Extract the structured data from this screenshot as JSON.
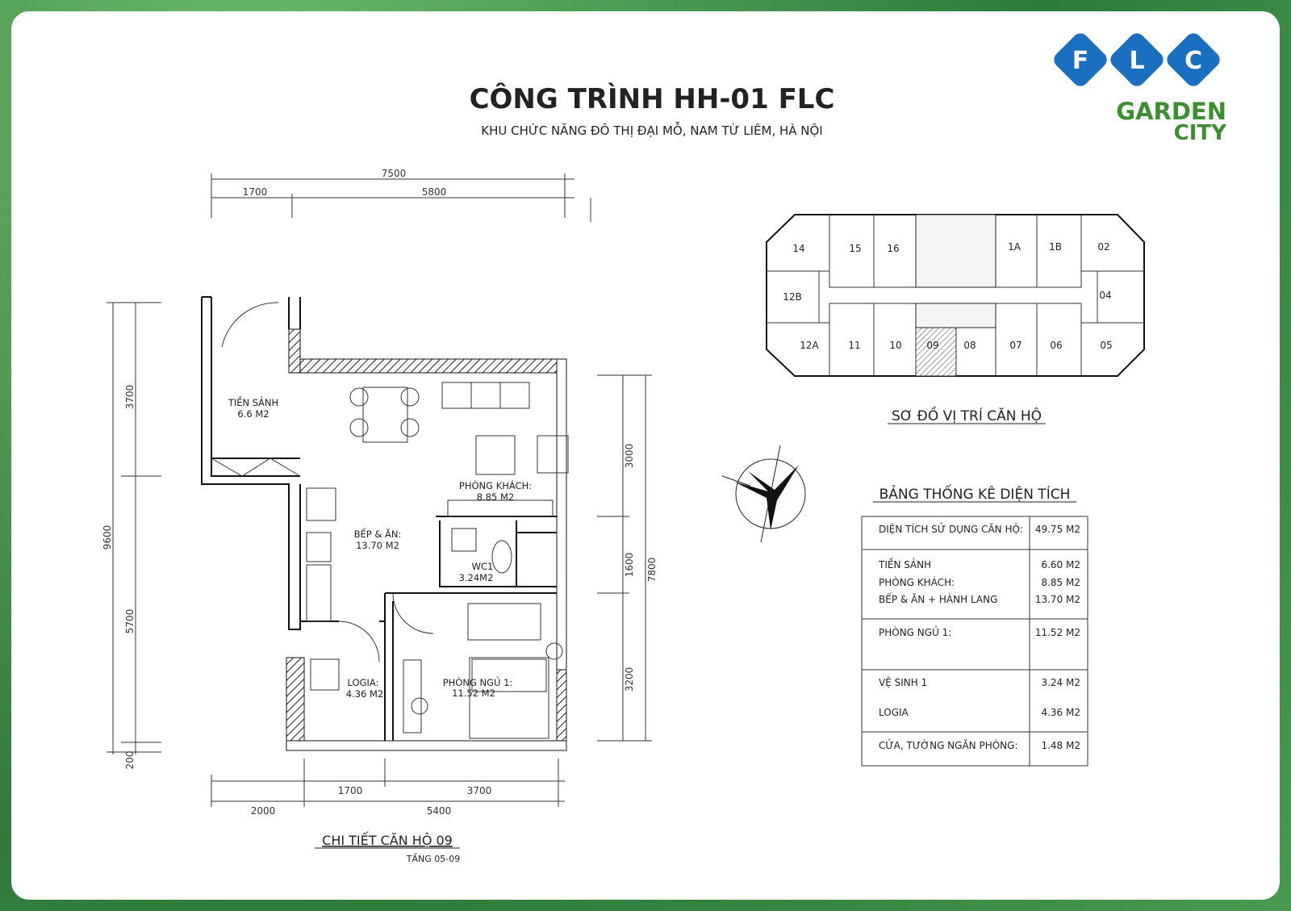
{
  "header": {
    "title": "CÔNG TRÌNH HH-01 FLC",
    "subtitle": "KHU CHỨC NĂNG ĐÔ THỊ ĐẠI MỖ, NAM TỪ LIÊM, HÀ NỘI"
  },
  "logo": {
    "letters": [
      "F",
      "L",
      "C"
    ],
    "line1": "GARDEN",
    "line2": "CITY",
    "blue": "#1a6fc0",
    "green": "#3c8f2f"
  },
  "plan": {
    "caption": "CHI TIẾT CĂN HỘ 09",
    "floors": "TẦNG 05-09",
    "dims_top": {
      "total": "7500",
      "a": "1700",
      "b": "5800"
    },
    "dims_bottom": {
      "a": "1700",
      "b": "3700",
      "c": "2000",
      "d": "5400"
    },
    "dims_left": {
      "a": "3700",
      "b": "5700",
      "c": "200",
      "total": "9600"
    },
    "dims_right": {
      "a": "3000",
      "b": "1600",
      "c": "3200",
      "total": "7800"
    },
    "rooms": [
      {
        "name": "TIỀN SẢNH",
        "area": "6.6 M2"
      },
      {
        "name": "PHÒNG KHÁCH:",
        "area": "8.85 M2"
      },
      {
        "name": "BẾP & ĂN:",
        "area": "13.70 M2"
      },
      {
        "name": "WC1",
        "area": "3.24M2"
      },
      {
        "name": "LOGIA:",
        "area": "4.36 M2"
      },
      {
        "name": "PHÒNG NGỦ 1:",
        "area": "11.52 M2"
      }
    ]
  },
  "keyplan": {
    "title": "SƠ ĐỒ VỊ TRÍ CĂN HỘ",
    "units": [
      "14",
      "15",
      "16",
      "1A",
      "1B",
      "02",
      "12B",
      "04",
      "12A",
      "11",
      "10",
      "09",
      "08",
      "07",
      "06",
      "05"
    ],
    "highlight": "09"
  },
  "table": {
    "title": "BẢNG THỐNG KÊ DIỆN TÍCH",
    "rows": [
      {
        "label": "DIỆN TÍCH SỬ DỤNG CĂN HỘ:",
        "value": "49.75 M2"
      },
      {
        "label": "TIỀN SẢNH",
        "value": "6.60 M2"
      },
      {
        "label": "PHÒNG KHÁCH:",
        "value": "8.85 M2"
      },
      {
        "label": "BẾP & ĂN + HÀNH LANG",
        "value": "13.70 M2"
      },
      {
        "label": "PHÒNG NGỦ 1:",
        "value": "11.52 M2"
      },
      {
        "label": "VỆ SINH 1",
        "value": "3.24 M2"
      },
      {
        "label": "LOGIA",
        "value": "4.36 M2"
      },
      {
        "label": "CỬA, TƯỜNG NGĂN PHÒNG:",
        "value": "1.48 M2"
      }
    ]
  }
}
